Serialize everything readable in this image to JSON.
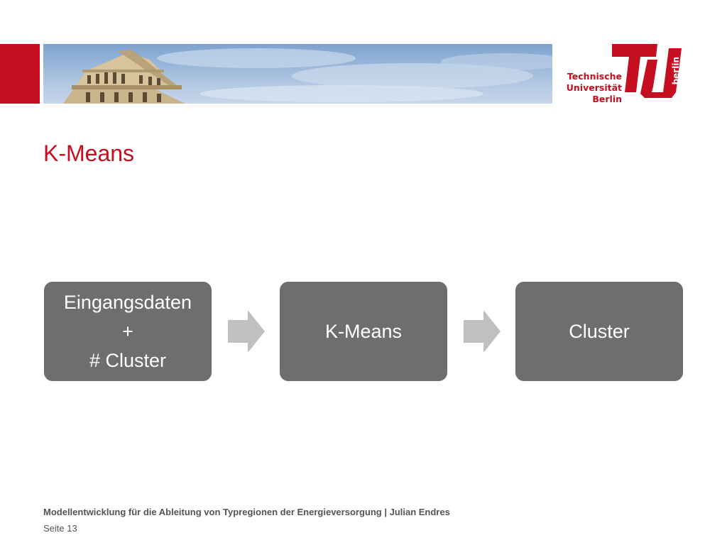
{
  "header": {
    "logo_lines": [
      "Technische",
      "Universität",
      "Berlin"
    ],
    "logo_side_text": "berlin",
    "brand_color": "#c50e1f"
  },
  "slide": {
    "title": "K-Means"
  },
  "diagram": {
    "nodes": [
      {
        "lines": [
          "Eingangsdaten",
          "+",
          "# Cluster"
        ]
      },
      {
        "lines": [
          "K-Means"
        ]
      },
      {
        "lines": [
          "Cluster"
        ]
      }
    ],
    "arrow_icon": "right-arrow-icon",
    "box_color": "#6e6e6e",
    "arrow_color": "#c0c0c0"
  },
  "footer": {
    "title": "Modellentwicklung für die Ableitung von Typregionen der Energieversorgung | Julian Endres",
    "page": "Seite 13"
  }
}
